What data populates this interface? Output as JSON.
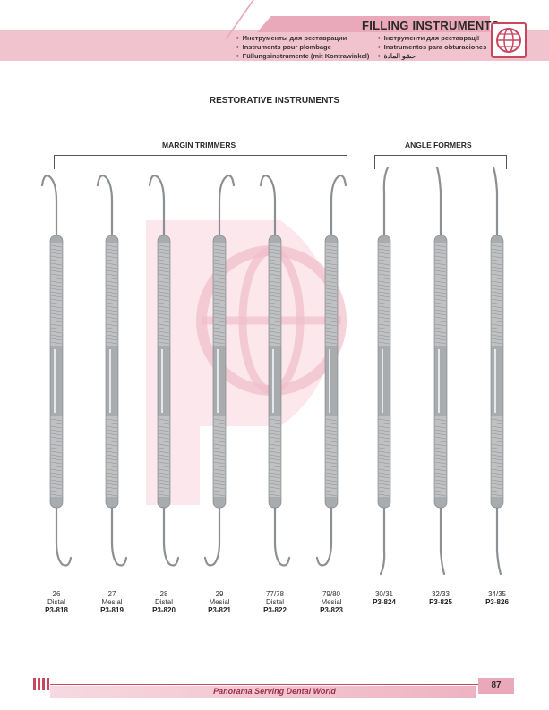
{
  "header": {
    "title": "FILLING INSTRUMENTS",
    "languages_left": [
      "Инструменты для реставрации",
      "Instruments pour plombage",
      "Füllungsinstrumente (mit Kontrawinkel)"
    ],
    "languages_right": [
      "Інструменти для реставрації",
      "Instrumentos para obturaciones",
      "حشو المادة"
    ],
    "logo_icon": "globe-p-logo-icon"
  },
  "section_title": "RESTORATIVE INSTRUMENTS",
  "groups": {
    "margin_trimmers": "MARGIN TRIMMERS",
    "angle_formers": "ANGLE FORMERS"
  },
  "instruments": [
    {
      "size": "26",
      "type": "Distal",
      "code": "P3-818"
    },
    {
      "size": "27",
      "type": "Mesial",
      "code": "P3-819"
    },
    {
      "size": "28",
      "type": "Distal",
      "code": "P3-820"
    },
    {
      "size": "29",
      "type": "Mesial",
      "code": "P3-821"
    },
    {
      "size": "77/78",
      "type": "Distal",
      "code": "P3-822"
    },
    {
      "size": "79/80",
      "type": "Mesial",
      "code": "P3-823"
    },
    {
      "size": "30/31",
      "type": "",
      "code": "P3-824"
    },
    {
      "size": "32/33",
      "type": "",
      "code": "P3-825"
    },
    {
      "size": "34/35",
      "type": "",
      "code": "P3-826"
    }
  ],
  "footer": {
    "tagline": "Panorama Serving Dental World",
    "page_number": "87"
  },
  "colors": {
    "accent": "#c9465f",
    "band": "#f1c3cf",
    "steel": "#a9acaf"
  }
}
